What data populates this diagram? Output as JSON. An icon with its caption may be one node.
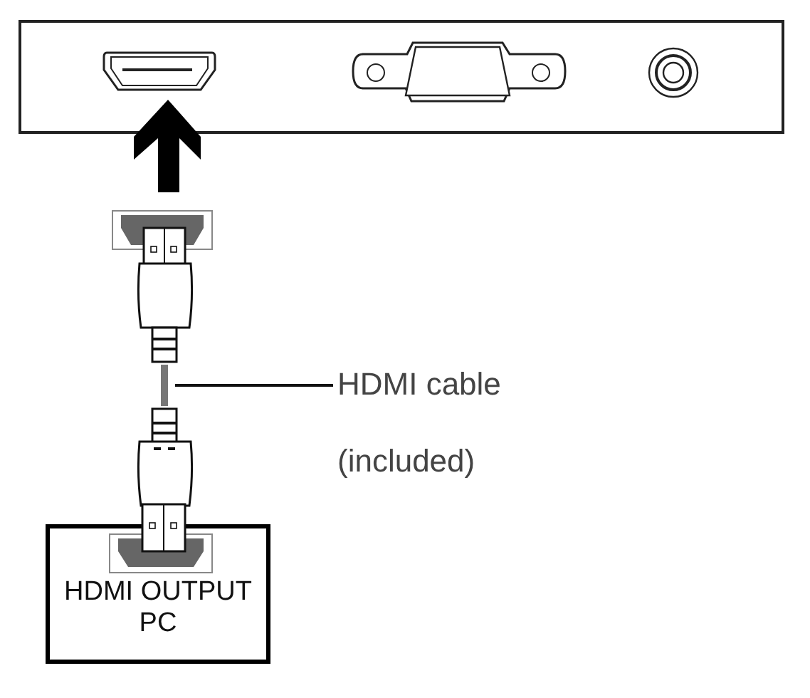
{
  "diagram": {
    "nodes": [
      {
        "text": [
          "HDMI OUTPUT PC"
        ]
      },
      {
        "text": [
          "HDMI cable (included)"
        ]
      },
      {
        "text": [],
        "shape": "cable"
      }
    ],
    "edges": [
      {
        "from": 1,
        "to": 2,
        "arrow": "none"
      }
    ]
  }
}
